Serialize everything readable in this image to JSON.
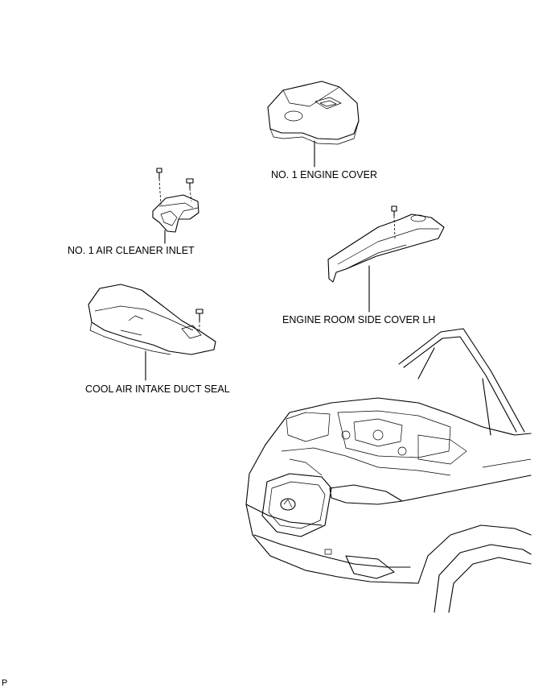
{
  "labels": {
    "engine_cover": "NO. 1 ENGINE COVER",
    "air_cleaner_inlet": "NO. 1 AIR CLEANER INLET",
    "side_cover_lh": "ENGINE ROOM SIDE COVER LH",
    "duct_seal": "COOL AIR INTAKE DUCT SEAL"
  },
  "footer_code": "P"
}
